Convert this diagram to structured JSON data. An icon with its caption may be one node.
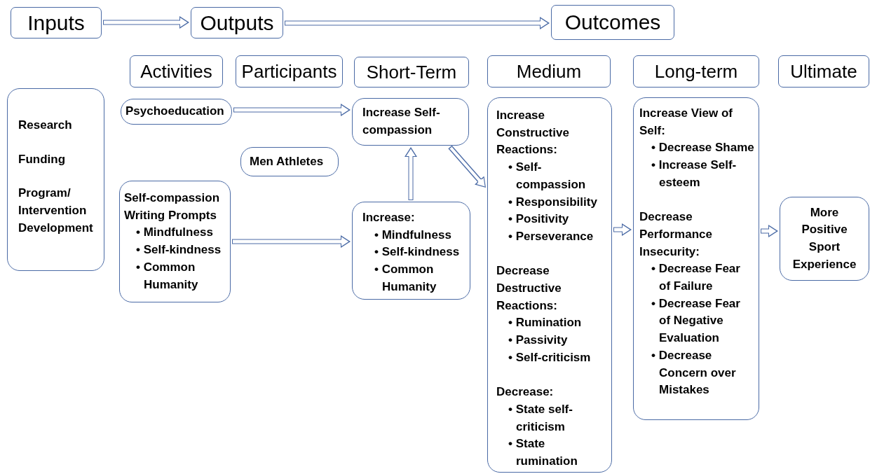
{
  "diagram": {
    "nodes": [
      {
        "text": [
          "Inputs"
        ]
      },
      {
        "text": [
          "Outputs"
        ]
      },
      {
        "text": [
          "Outcomes"
        ]
      },
      {
        "text": [
          "Activities"
        ]
      },
      {
        "text": [
          "Participants"
        ]
      },
      {
        "text": [
          "Short-Term"
        ]
      },
      {
        "text": [
          "Medium"
        ]
      },
      {
        "text": [
          "Long-term"
        ]
      },
      {
        "text": [
          "Ultimate"
        ]
      },
      {
        "text": [
          "Research",
          "Funding",
          "Program/ Intervention Development"
        ]
      },
      {
        "text": [
          "Psychoeducation"
        ]
      },
      {
        "text": [
          "Men Athletes"
        ]
      },
      {
        "text": [
          "Self-compassion Writing Prompts",
          "• Mindfulness",
          "• Self-kindness",
          "• Common Humanity"
        ]
      },
      {
        "text": [
          "Increase Self-compassion"
        ]
      },
      {
        "text": [
          "Increase:",
          "• Mindfulness",
          "• Self-kindness",
          "• Common Humanity"
        ]
      },
      {
        "text": [
          "Increase Constructive Reactions:",
          "• Self-compassion",
          "• Responsibility",
          "• Positivity",
          "• Perseverance",
          "Decrease Destructive Reactions:",
          "• Rumination",
          "• Passivity",
          "• Self-criticism",
          "Decrease:",
          "• State self-criticism",
          "• State rumination"
        ]
      },
      {
        "text": [
          "Increase View of Self:",
          "• Decrease Shame",
          "• Increase Self-esteem",
          "Decrease Performance Insecurity:",
          "• Decrease Fear of Failure",
          "• Decrease Fear of Negative Evaluation",
          "• Decrease Concern over Mistakes"
        ]
      },
      {
        "text": [
          "More Positive Sport Experience"
        ]
      }
    ],
    "edges": [
      {
        "from": 0,
        "to": 1,
        "arrow": "to"
      },
      {
        "from": 1,
        "to": 2,
        "arrow": "to"
      },
      {
        "from": 10,
        "to": 13,
        "arrow": "to"
      },
      {
        "from": 12,
        "to": 14,
        "arrow": "to"
      },
      {
        "from": 14,
        "to": 13,
        "arrow": "to"
      },
      {
        "from": 13,
        "to": 15,
        "arrow": "to"
      },
      {
        "from": 15,
        "to": 16,
        "arrow": "to"
      },
      {
        "from": 16,
        "to": 17,
        "arrow": "to"
      }
    ]
  }
}
